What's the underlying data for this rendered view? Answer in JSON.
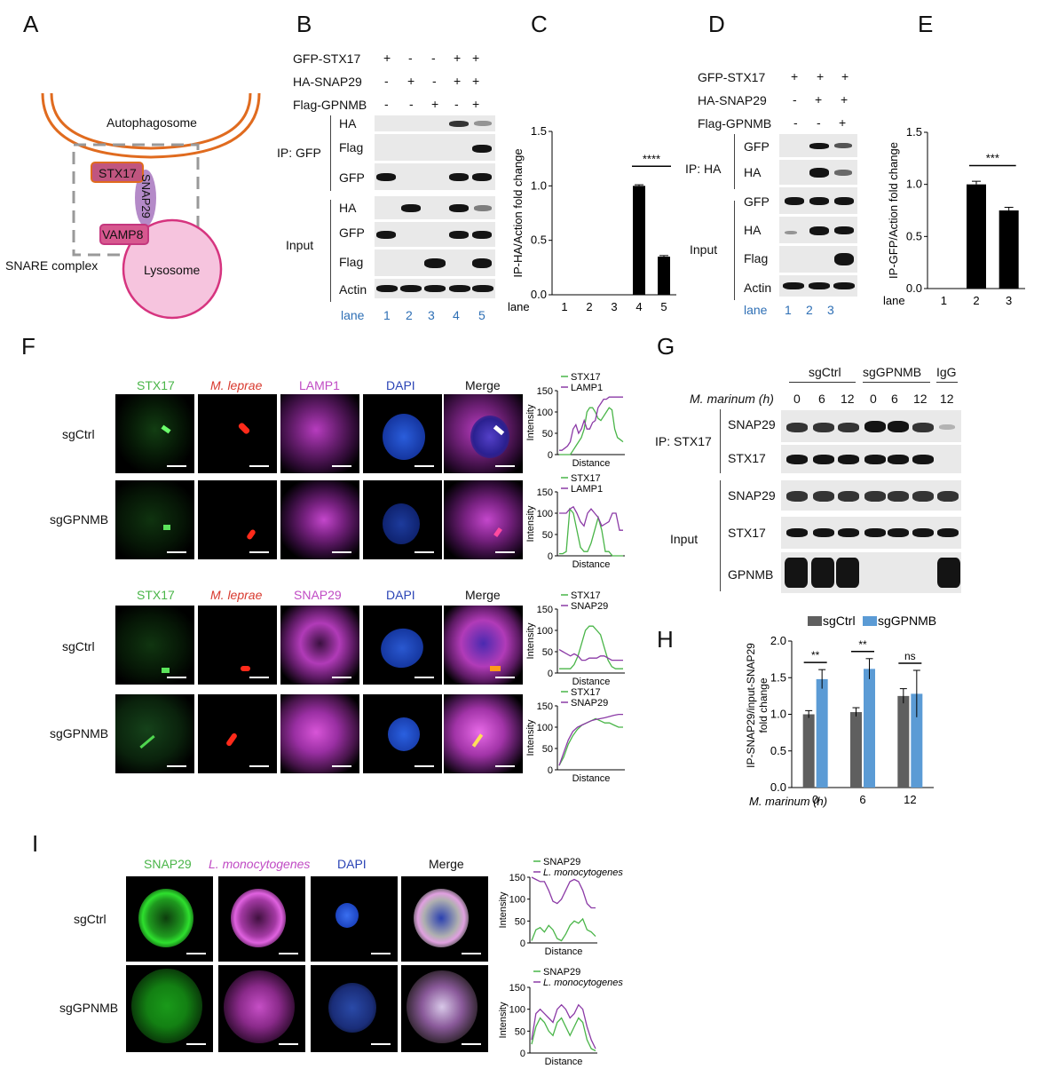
{
  "panels": {
    "A": "A",
    "B": "B",
    "C": "C",
    "D": "D",
    "E": "E",
    "F": "F",
    "G": "G",
    "H": "H",
    "I": "I"
  },
  "panelA": {
    "autophagosome": "Autophagosome",
    "stx17": "STX17",
    "snap29": "SNAP29",
    "vamp8": "VAMP8",
    "lysosome": "Lysosome",
    "snare": "SNARE complex"
  },
  "panelB": {
    "rows": [
      {
        "label": "GFP-STX17",
        "signs": [
          "+",
          "-",
          "-",
          "+",
          "+"
        ]
      },
      {
        "label": "HA-SNAP29",
        "signs": [
          "-",
          "+",
          "-",
          "+",
          "+"
        ]
      },
      {
        "label": "Flag-GPNMB",
        "signs": [
          "-",
          "-",
          "+",
          "-",
          "+"
        ]
      }
    ],
    "ip_label": "IP: GFP",
    "input_label": "Input",
    "ip_blots": [
      "HA",
      "Flag",
      "GFP"
    ],
    "input_blots": [
      "HA",
      "GFP",
      "Flag",
      "Actin"
    ],
    "lane_label": "lane",
    "lanes": [
      "1",
      "2",
      "3",
      "4",
      "5"
    ]
  },
  "panelD": {
    "rows": [
      {
        "label": "GFP-STX17",
        "signs": [
          "+",
          "+",
          "+"
        ]
      },
      {
        "label": "HA-SNAP29",
        "signs": [
          "-",
          "+",
          "+"
        ]
      },
      {
        "label": "Flag-GPNMB",
        "signs": [
          "-",
          "-",
          "+"
        ]
      }
    ],
    "ip_label": "IP: HA",
    "input_label": "Input",
    "ip_blots": [
      "GFP",
      "HA"
    ],
    "input_blots": [
      "GFP",
      "HA",
      "Flag",
      "Actin"
    ],
    "lane_label": "lane",
    "lanes": [
      "1",
      "2",
      "3"
    ]
  },
  "panelF": {
    "headers1": [
      "STX17",
      "M. leprae",
      "LAMP1",
      "DAPI",
      "Merge"
    ],
    "headers2": [
      "STX17",
      "M. leprae",
      "SNAP29",
      "DAPI",
      "Merge"
    ],
    "rows": [
      "sgCtrl",
      "sgGPNMB",
      "sgCtrl",
      "sgGPNMB"
    ]
  },
  "panelG": {
    "groups": [
      "sgCtrl",
      "sgGPNMB",
      "IgG"
    ],
    "time_label": "M. marinum (h)",
    "times": [
      "0",
      "6",
      "12",
      "0",
      "6",
      "12",
      "12"
    ],
    "ip_label": "IP: STX17",
    "input_label": "Input",
    "ip_blots": [
      "SNAP29",
      "STX17"
    ],
    "input_blots": [
      "SNAP29",
      "STX17",
      "GPNMB"
    ]
  },
  "panelI": {
    "headers": [
      "SNAP29",
      "L. monocytogenes",
      "DAPI",
      "Merge"
    ],
    "rows": [
      "sgCtrl",
      "sgGPNMB"
    ]
  },
  "chart_data": [
    {
      "id": "C",
      "type": "bar",
      "categories": [
        "1",
        "2",
        "3",
        "4",
        "5"
      ],
      "values": [
        0,
        0,
        0,
        1.0,
        0.35
      ],
      "errors": [
        0,
        0,
        0,
        0.01,
        0.01
      ],
      "ylabel": "IP-HA/Action fold change",
      "xlabel": "lane",
      "ylim": [
        0,
        1.5
      ],
      "yticks": [
        "0.0",
        "0.5",
        "1.0",
        "1.5"
      ],
      "significance": "****"
    },
    {
      "id": "E",
      "type": "bar",
      "categories": [
        "1",
        "2",
        "3"
      ],
      "values": [
        0,
        1.0,
        0.75
      ],
      "errors": [
        0,
        0.03,
        0.03
      ],
      "ylabel": "IP-GFP/Action fold change",
      "xlabel": "lane",
      "ylim": [
        0,
        1.5
      ],
      "yticks": [
        "0.0",
        "0.5",
        "1.0",
        "1.5"
      ],
      "significance": "***"
    },
    {
      "id": "H",
      "type": "bar",
      "categories": [
        "0",
        "6",
        "12"
      ],
      "xlabel": "M. marinum (h)",
      "ylabel": "IP-SNAP29/input-SNAP29 fold change",
      "ylim": [
        0,
        2.0
      ],
      "yticks": [
        "0.0",
        "0.5",
        "1.0",
        "1.5",
        "2.0"
      ],
      "series": [
        {
          "name": "sgCtrl",
          "values": [
            1.0,
            1.03,
            1.25
          ],
          "errors": [
            0.05,
            0.06,
            0.1
          ],
          "color": "#5f5f5f"
        },
        {
          "name": "sgGPNMB",
          "values": [
            1.48,
            1.62,
            1.28
          ],
          "errors": [
            0.13,
            0.14,
            0.32
          ],
          "color": "#5b9bd5"
        }
      ],
      "significance": [
        "**",
        "**",
        "ns"
      ]
    },
    {
      "id": "F1",
      "type": "line",
      "xlabel": "Distance",
      "ylabel": "Intensity",
      "ylim": [
        0,
        150
      ],
      "yticks": [
        "0",
        "50",
        "100",
        "150"
      ],
      "series": [
        {
          "name": "STX17",
          "color": "#49b548",
          "values": [
            0,
            0,
            0,
            0,
            0,
            10,
            20,
            30,
            40,
            60,
            100,
            110,
            110,
            100,
            85,
            80,
            90,
            100,
            110,
            105,
            60,
            40,
            35,
            30
          ]
        },
        {
          "name": "LAMP1",
          "color": "#8b3aa6",
          "values": [
            10,
            10,
            15,
            20,
            30,
            60,
            70,
            50,
            60,
            80,
            60,
            60,
            75,
            80,
            110,
            120,
            130,
            130,
            135,
            135,
            135,
            135,
            135,
            135
          ]
        }
      ]
    },
    {
      "id": "F2",
      "type": "line",
      "xlabel": "Distance",
      "ylabel": "Intensity",
      "ylim": [
        0,
        150
      ],
      "yticks": [
        "0",
        "50",
        "100",
        "150"
      ],
      "series": [
        {
          "name": "STX17",
          "color": "#49b548",
          "values": [
            5,
            5,
            10,
            110,
            100,
            60,
            20,
            10,
            10,
            30,
            60,
            90,
            60,
            10,
            10,
            0,
            0,
            0,
            0
          ]
        },
        {
          "name": "LAMP1",
          "color": "#8b3aa6",
          "values": [
            100,
            100,
            100,
            110,
            115,
            100,
            80,
            70,
            100,
            110,
            100,
            90,
            70,
            75,
            80,
            100,
            100,
            60,
            60
          ]
        }
      ]
    },
    {
      "id": "F3",
      "type": "line",
      "xlabel": "Distance",
      "ylabel": "Intensity",
      "ylim": [
        0,
        150
      ],
      "yticks": [
        "0",
        "50",
        "100",
        "150"
      ],
      "series": [
        {
          "name": "STX17",
          "color": "#49b548",
          "values": [
            10,
            10,
            10,
            10,
            20,
            40,
            70,
            100,
            110,
            110,
            100,
            90,
            60,
            30,
            15,
            10,
            10,
            10
          ]
        },
        {
          "name": "SNAP29",
          "color": "#8b3aa6",
          "values": [
            55,
            50,
            45,
            40,
            45,
            40,
            30,
            30,
            35,
            35,
            35,
            40,
            40,
            35,
            30,
            30,
            30,
            30
          ]
        }
      ]
    },
    {
      "id": "F4",
      "type": "line",
      "xlabel": "Distance",
      "ylabel": "Intensity",
      "ylim": [
        0,
        150
      ],
      "yticks": [
        "0",
        "50",
        "100",
        "150"
      ],
      "series": [
        {
          "name": "STX17",
          "color": "#49b548",
          "values": [
            10,
            30,
            60,
            80,
            95,
            105,
            110,
            115,
            120,
            115,
            110,
            110,
            105,
            100,
            100
          ]
        },
        {
          "name": "SNAP29",
          "color": "#8b3aa6",
          "values": [
            10,
            40,
            70,
            90,
            100,
            105,
            110,
            115,
            118,
            120,
            122,
            125,
            128,
            130,
            130
          ]
        }
      ]
    },
    {
      "id": "I1",
      "type": "line",
      "xlabel": "Distance",
      "ylabel": "Intensity",
      "ylim": [
        0,
        150
      ],
      "yticks": [
        "0",
        "50",
        "100",
        "150"
      ],
      "series": [
        {
          "name": "SNAP29",
          "color": "#49b548",
          "values": [
            5,
            30,
            35,
            25,
            40,
            30,
            10,
            5,
            20,
            40,
            50,
            45,
            55,
            30,
            25,
            15
          ]
        },
        {
          "name": "L. monocytogenes",
          "color": "#8b3aa6",
          "values": [
            150,
            145,
            140,
            140,
            120,
            95,
            90,
            100,
            120,
            140,
            145,
            140,
            120,
            90,
            80,
            80
          ]
        }
      ]
    },
    {
      "id": "I2",
      "type": "line",
      "xlabel": "Distance",
      "ylabel": "Intensity",
      "ylim": [
        0,
        150
      ],
      "yticks": [
        "0",
        "50",
        "100",
        "150"
      ],
      "series": [
        {
          "name": "SNAP29",
          "color": "#49b548",
          "values": [
            20,
            60,
            80,
            70,
            50,
            40,
            70,
            80,
            60,
            40,
            60,
            80,
            70,
            30,
            10,
            5
          ]
        },
        {
          "name": "L. monocytogenes",
          "color": "#8b3aa6",
          "values": [
            30,
            90,
            100,
            90,
            80,
            70,
            100,
            110,
            100,
            80,
            90,
            110,
            100,
            60,
            30,
            10
          ]
        }
      ]
    }
  ]
}
